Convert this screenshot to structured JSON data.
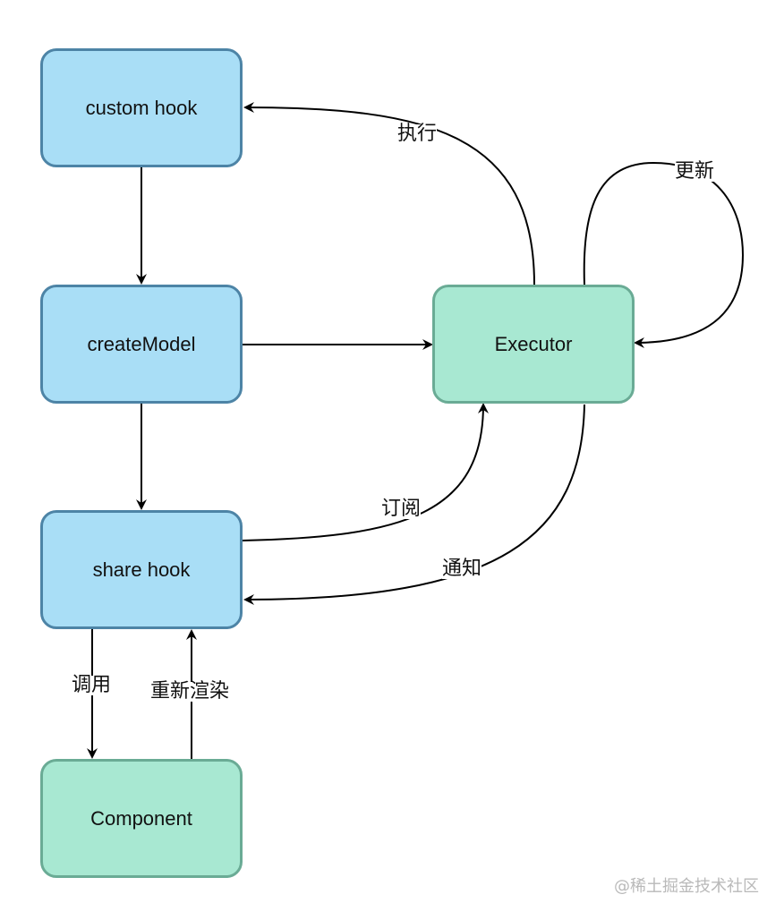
{
  "nodes": {
    "custom_hook": "custom hook",
    "create_model": "createModel",
    "share_hook": "share hook",
    "component": "Component",
    "executor": "Executor"
  },
  "edges": {
    "execute": "执行",
    "update": "更新",
    "subscribe": "订阅",
    "notify": "通知",
    "call": "调用",
    "rerender": "重新渲染"
  },
  "colors": {
    "blue_fill": "#a9def6",
    "blue_border": "#4d84a6",
    "green_fill": "#a8e8d2",
    "green_border": "#6aab95"
  },
  "watermark": "@稀土掘金技术社区"
}
